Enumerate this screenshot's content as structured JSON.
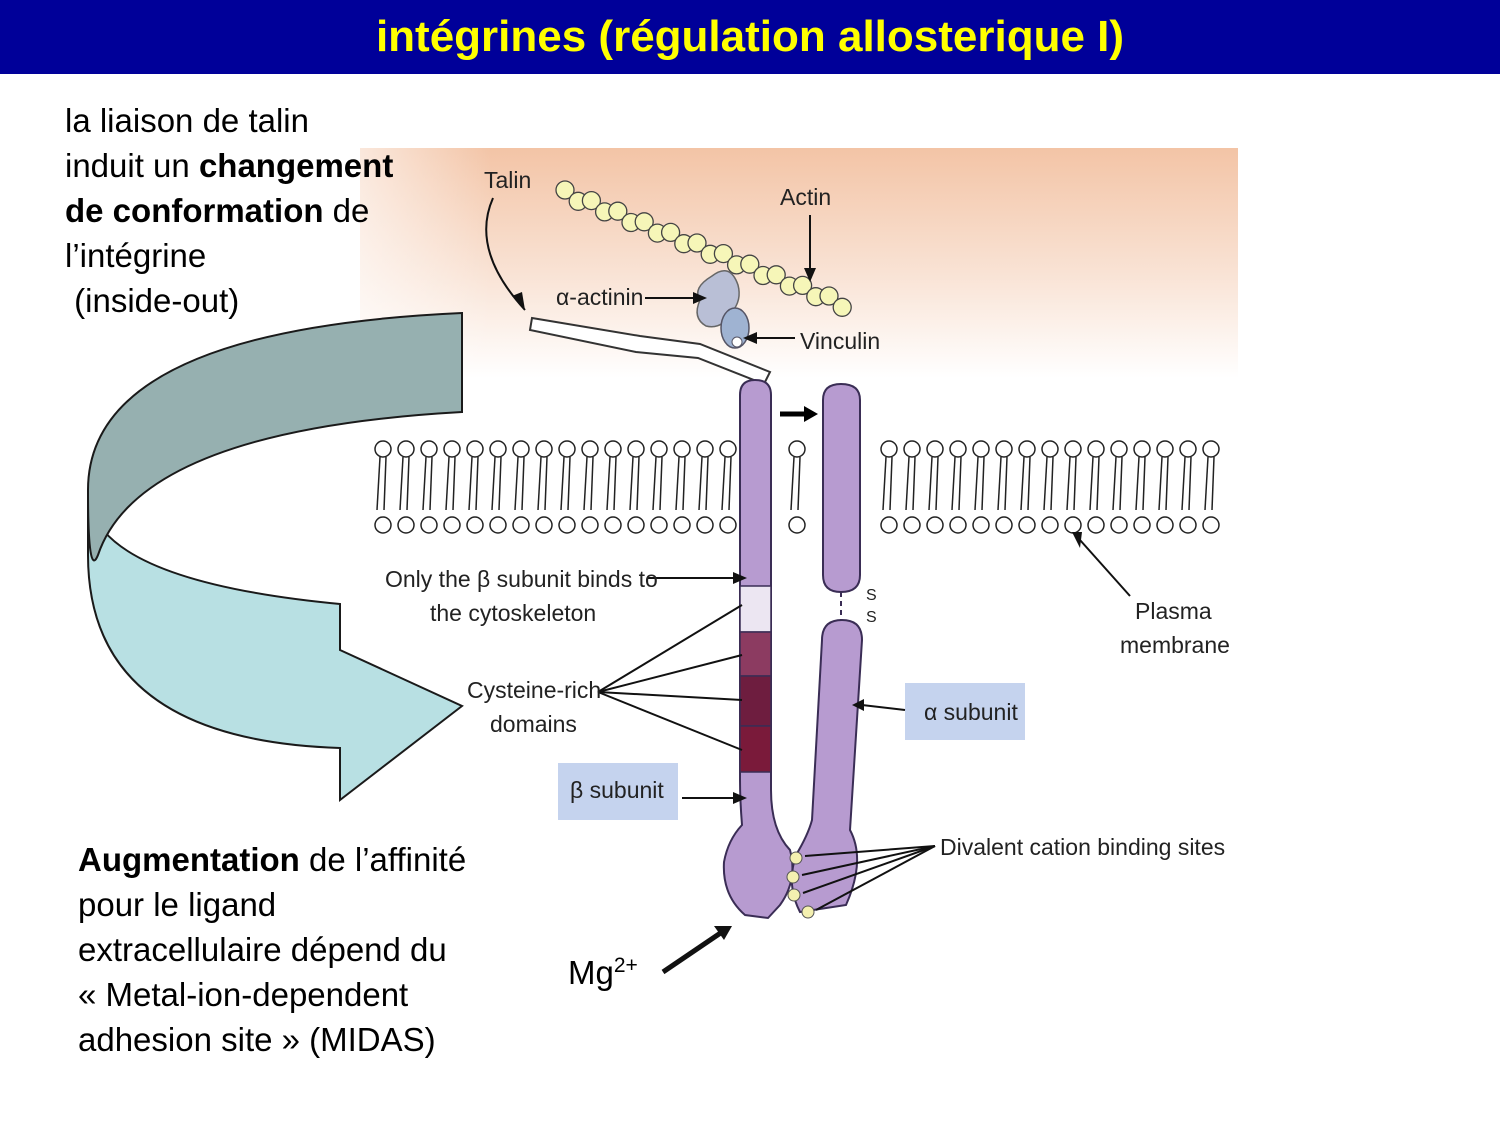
{
  "title": "intégrines (régulation allosterique I)",
  "top_text": {
    "l1": "la liaison de talin",
    "l2_pre": "induit un ",
    "l2_bold": "changement",
    "l3_bold": "de conformation",
    "l3_post": " de",
    "l4": "l’intégrine",
    "l5": " (inside-out)"
  },
  "bottom_text": {
    "l1_bold": "Augmentation",
    "l1_post": " de l’affinité",
    "l2": "pour le ligand",
    "l3": "extracellulaire dépend du",
    "l4": "« Metal-ion-dependent",
    "l5": "adhesion site » (MIDAS)"
  },
  "mg": {
    "base": "Mg",
    "sup": "2+"
  },
  "labels": {
    "talin": "Talin",
    "actin": "Actin",
    "alpha_actinin": "α-actinin",
    "vinculin": "Vinculin",
    "only_beta_1": "Only the β subunit binds to",
    "only_beta_2": "the cytoskeleton",
    "plasma_1": "Plasma",
    "plasma_2": "membrane",
    "cys_1": "Cysteine-rich",
    "cys_2": "domains",
    "alpha_subunit": "α subunit",
    "beta_subunit": "β subunit",
    "divalent": "Divalent cation binding sites",
    "ss_1": "S",
    "ss_2": "S"
  },
  "colors": {
    "title_bg": "#000099",
    "title_fg": "#ffff00",
    "integrin": "#b79bd0",
    "cys_dark": "#7a1a3a",
    "arrow_upper": "#96b0b0",
    "arrow_lower": "#b8e0e3"
  }
}
